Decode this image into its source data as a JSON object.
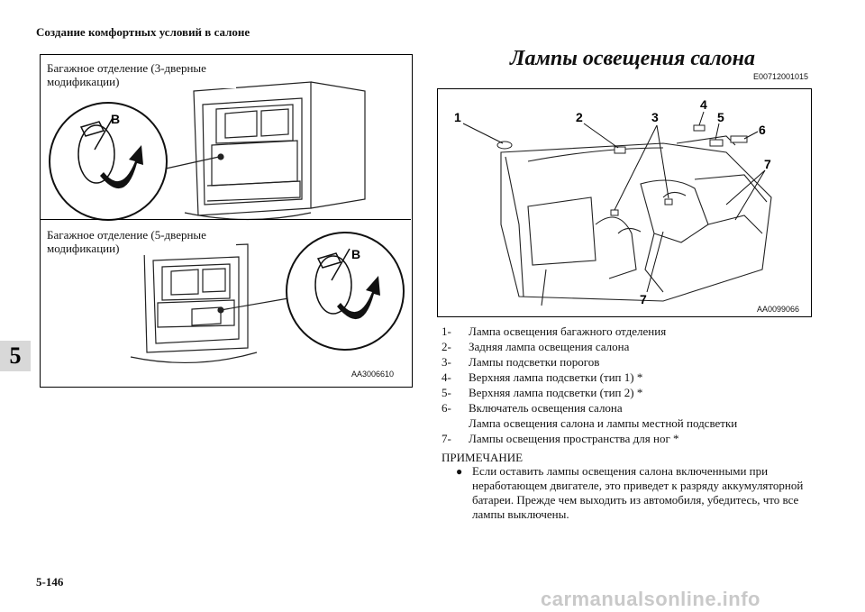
{
  "header": "Создание комфортных условий в салоне",
  "page_number": "5-146",
  "section_tab": "5",
  "left_figure": {
    "caption_top": "Багажное отделение (3-дверные модификации)",
    "caption_bottom": "Багажное отделение (5-дверные модификации)",
    "marker_top": "B",
    "marker_bottom": "B",
    "code": "AA3006610"
  },
  "title": "Лампы освещения салона",
  "title_code": "E00712001015",
  "right_figure": {
    "labels": [
      "1",
      "2",
      "3",
      "4",
      "5",
      "6",
      "7",
      "7"
    ],
    "code": "AA0099066"
  },
  "legend": [
    {
      "num": "1-",
      "text": "Лампа освещения багажного отделения"
    },
    {
      "num": "2-",
      "text": "Задняя лампа освещения салона"
    },
    {
      "num": "3-",
      "text": "Лампы подсветки порогов"
    },
    {
      "num": "4-",
      "text": "Верхняя лампа подсветки (тип 1) *"
    },
    {
      "num": "5-",
      "text": "Верхняя лампа подсветки (тип 2) *"
    },
    {
      "num": "6-",
      "text": "Включатель освещения салона",
      "sub": "Лампа освещения салона и лампы местной подсветки"
    },
    {
      "num": "7-",
      "text": "Лампы освещения пространства для ног *"
    }
  ],
  "note": {
    "heading": "ПРИМЕЧАНИЕ",
    "bullet": "●",
    "text": "Если оставить лампы освещения салона включенными при неработающем двигателе, это приведет к разряду аккумуляторной батареи. Прежде чем выходить из автомобиля, убедитесь, что все лампы выключены."
  },
  "watermark": "carmanualsonline.info"
}
